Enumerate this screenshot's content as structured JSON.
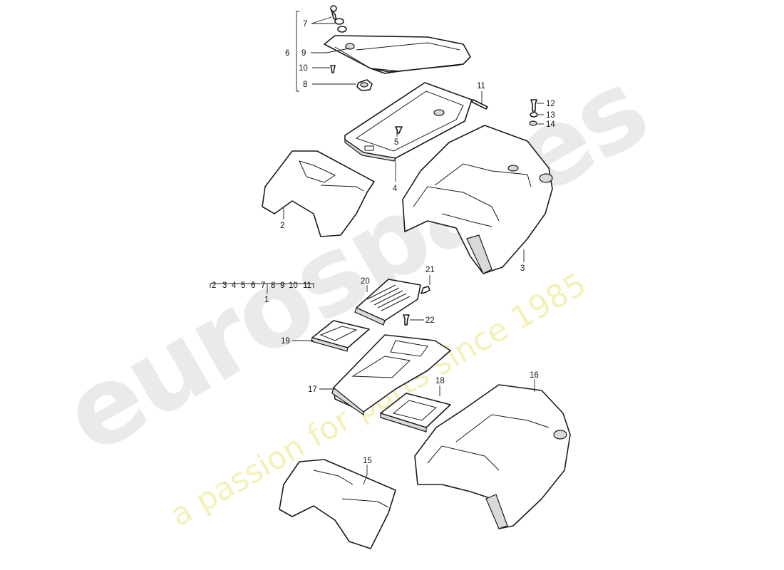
{
  "watermark": {
    "brand": "eurospares",
    "tagline": "a passion for parts since 1985"
  },
  "callouts": {
    "n1": "1",
    "n2": "2",
    "n3": "3",
    "n4": "4",
    "n5": "5",
    "n6": "6",
    "n7": "7",
    "n8": "8",
    "n9": "9",
    "n10": "10",
    "n11": "11",
    "n12": "12",
    "n13": "13",
    "n14": "14",
    "n15": "15",
    "n16": "16",
    "n17": "17",
    "n18": "18",
    "n19": "19",
    "n20": "20",
    "n21": "21",
    "n22": "22"
  },
  "group_header": [
    "2",
    "3",
    "4",
    "5",
    "6",
    "7",
    "8",
    "9",
    "10",
    "11"
  ]
}
